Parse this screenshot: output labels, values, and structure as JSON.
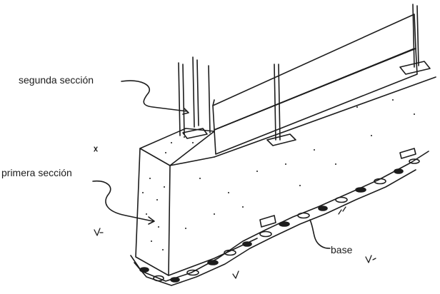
{
  "labels": {
    "segunda": "segunda sección",
    "primera": "primera sección",
    "base": "base"
  },
  "colors": {
    "ink": "#1c1c1c",
    "paper": "#ffffff"
  }
}
